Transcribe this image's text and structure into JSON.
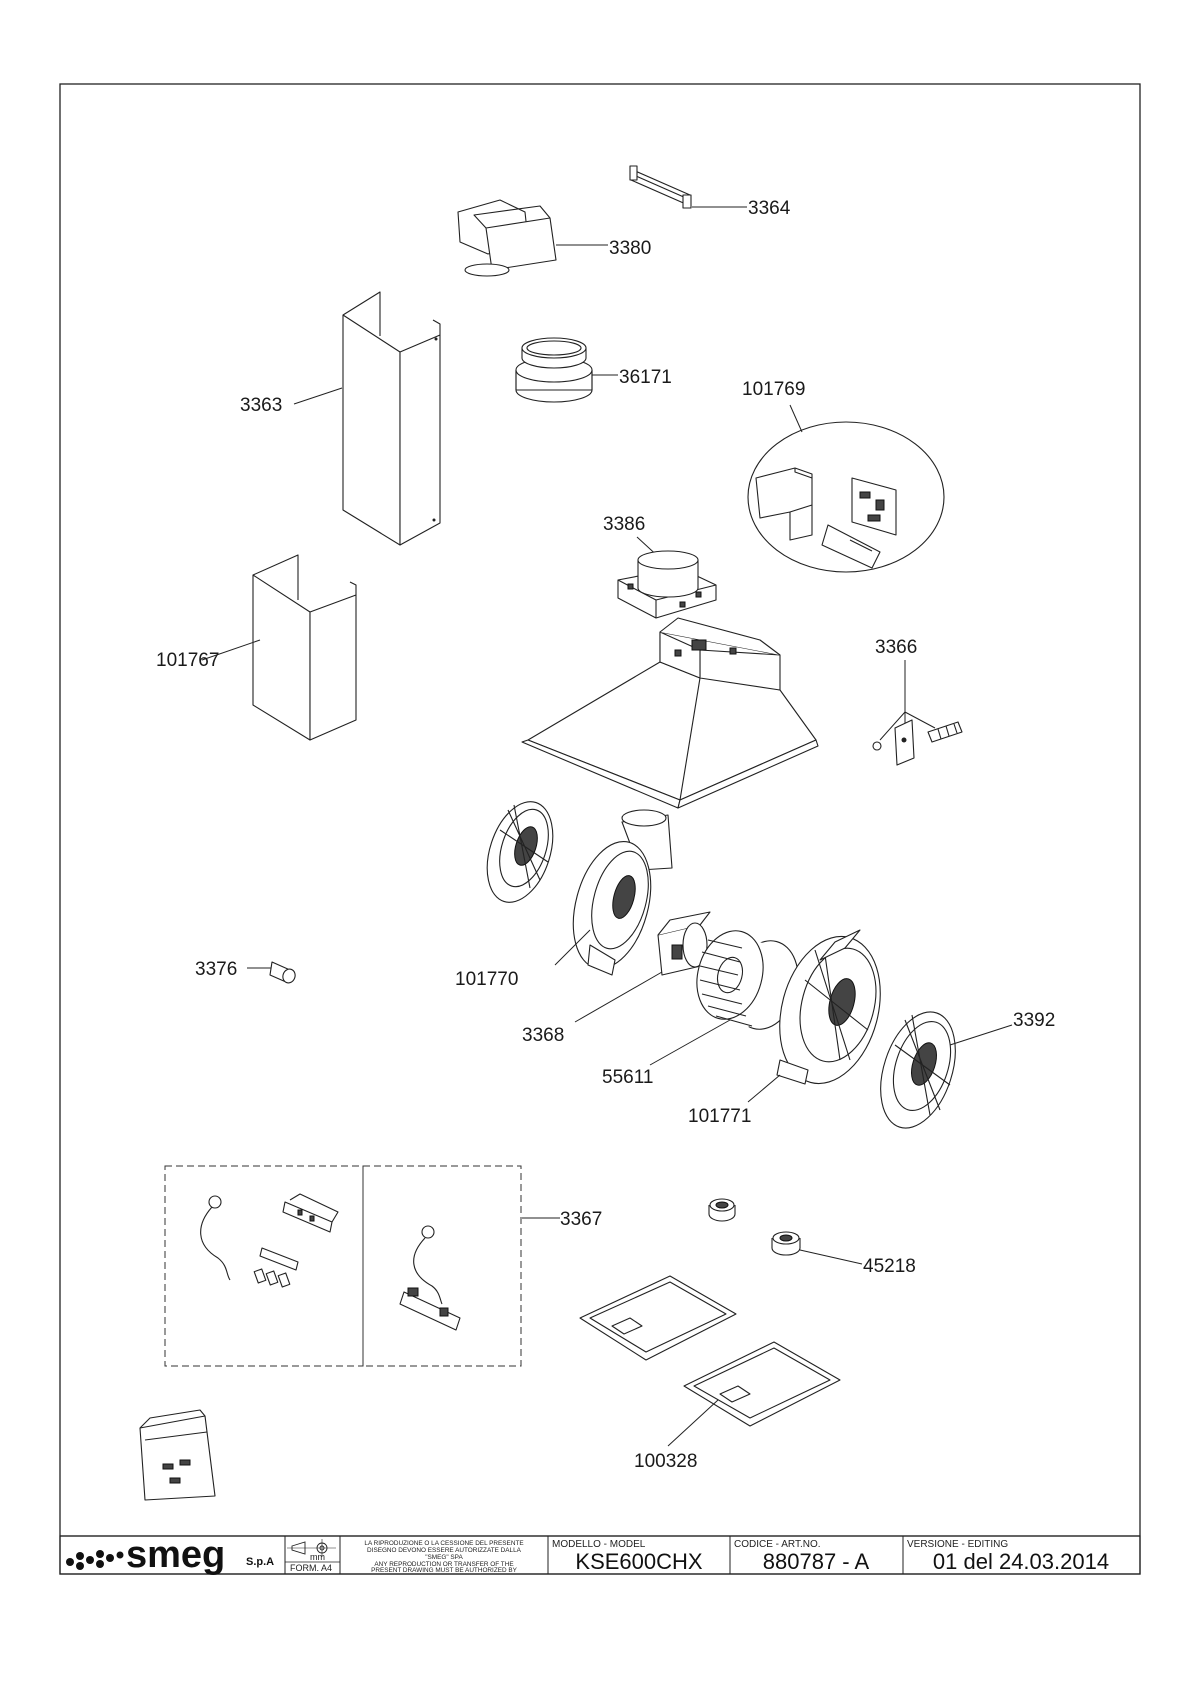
{
  "parts": {
    "p3364": "3364",
    "p3380": "3380",
    "p3363": "3363",
    "p36171": "36171",
    "p101769": "101769",
    "p3386": "3386",
    "p101767": "101767",
    "p3366": "3366",
    "p3376": "3376",
    "p101770": "101770",
    "p3368": "3368",
    "p55611": "55611",
    "p3392": "3392",
    "p101771": "101771",
    "p3367": "3367",
    "p45218": "45218",
    "p100328": "100328"
  },
  "title_block": {
    "brand": "smeg",
    "brand_suffix": "S.p.A",
    "unit": "mm",
    "format": "FORM. A4",
    "legal_it": [
      "LA RIPRODUZIONE O LA CESSIONE DEL PRESENTE",
      "DISEGNO DEVONO ESSERE AUTORIZZATE DALLA",
      "\"SMEG\" SPA"
    ],
    "legal_en": [
      "ANY REPRODUCTION OR TRANSFER OF THE",
      "PRESENT DRAWING MUST BE AUTHORIZED BY",
      "\"SMEG\" SPA"
    ],
    "model_label": "MODELLO - MODEL",
    "model_value": "KSE600CHX",
    "code_label": "CODICE - ART.NO.",
    "code_value": "880787 - A",
    "version_label": "VERSIONE - EDITING",
    "version_value": "01 del 24.03.2014"
  }
}
